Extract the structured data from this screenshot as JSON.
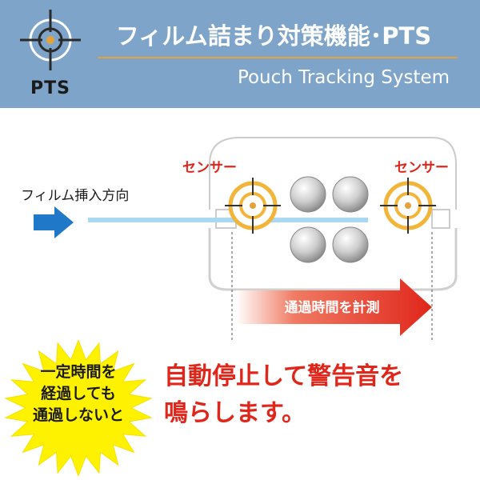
{
  "header": {
    "logo_text": "PTS",
    "title": "フィルム詰まり対策機能･PTS",
    "subtitle": "Pouch Tracking System"
  },
  "diagram": {
    "insert_direction_label": "フィルム挿入方向",
    "sensor_left_label": "センサー",
    "sensor_right_label": "センサー",
    "timing_arrow_label": "通過時間を計測"
  },
  "callout": {
    "burst_lines": [
      "一定時間を",
      "経過しても",
      "通過しないと"
    ],
    "alert_lines": [
      "自動停止して警告音を",
      "鳴らします。"
    ]
  },
  "colors": {
    "header_bg": "#7ea4c9",
    "accent_orange": "#e3a23a",
    "alert_red": "#e0261b",
    "film_blue": "#a9d8f0",
    "insert_arrow_blue": "#1f78c8",
    "burst_yellow": "#fff200"
  }
}
